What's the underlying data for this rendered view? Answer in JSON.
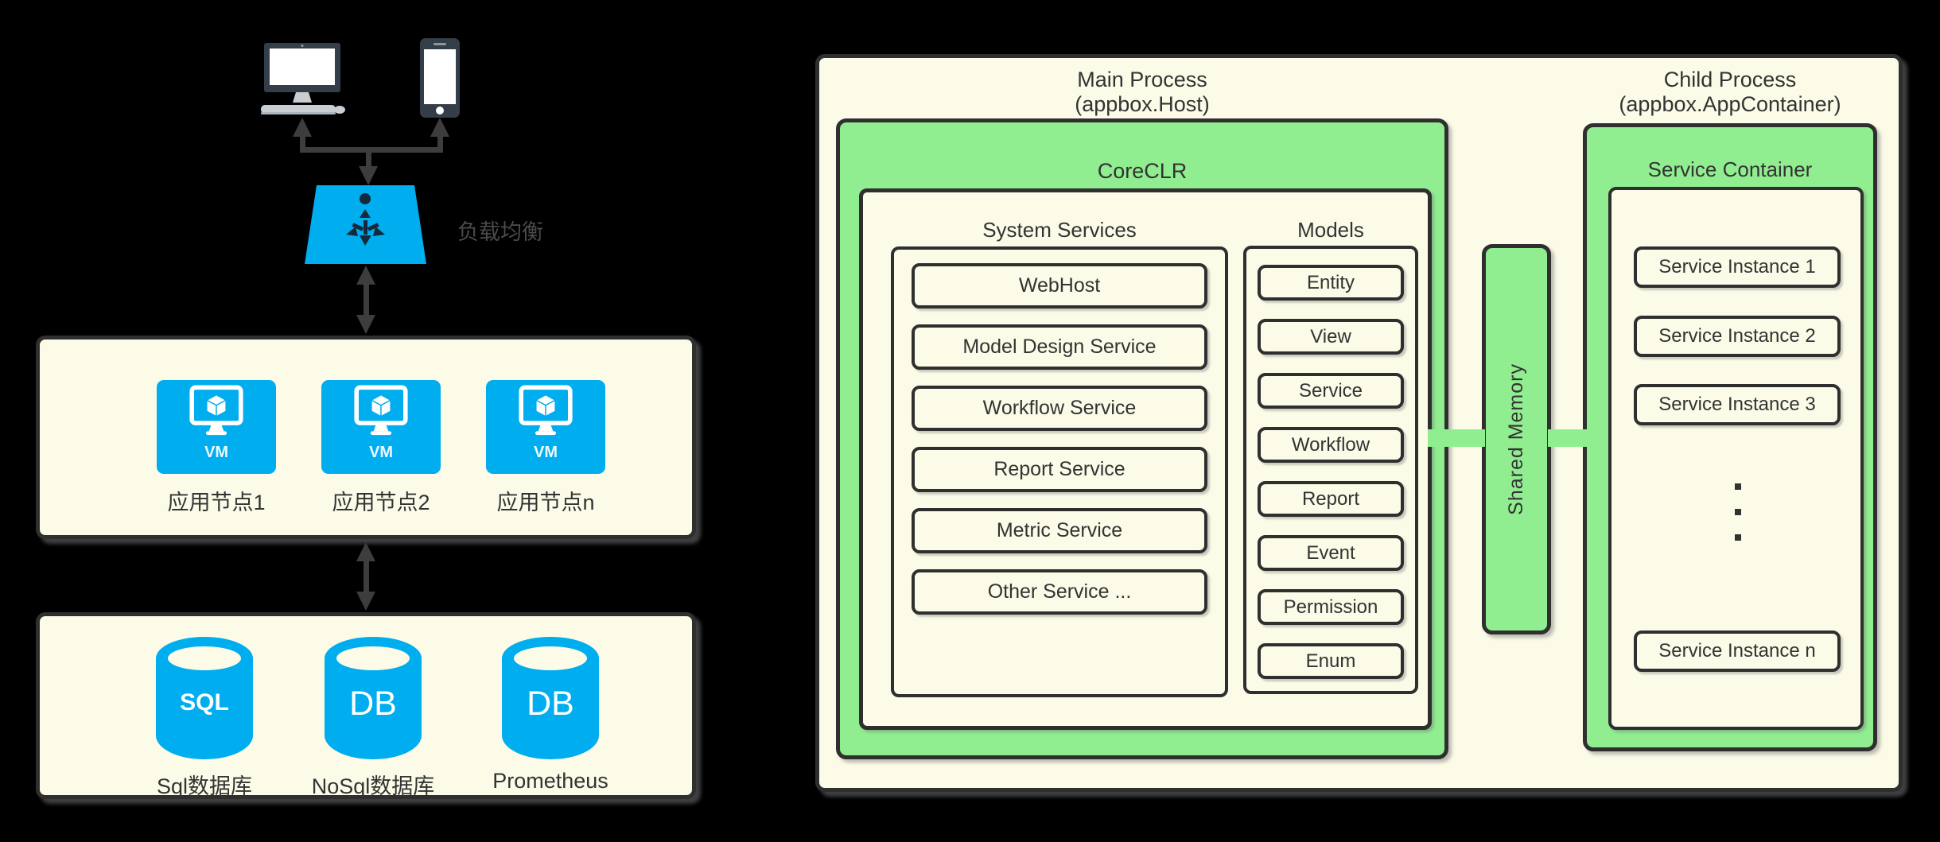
{
  "colors": {
    "bg": "#000000",
    "cream": "#FBFBE8",
    "green": "#90EE90",
    "blue": "#00ADEE",
    "border": "#2F2F2F",
    "text": "#333333",
    "muted": "#4A4A4A",
    "arrow": "#3D3D3D",
    "icon-dark": "#333E48",
    "icon-light": "#C9CED3"
  },
  "left": {
    "load_balancer_label": "负载均衡",
    "app_nodes": {
      "items": [
        {
          "icon_label": "VM",
          "label": "应用节点1"
        },
        {
          "icon_label": "VM",
          "label": "应用节点2"
        },
        {
          "icon_label": "VM",
          "label": "应用节点n"
        }
      ]
    },
    "databases": {
      "items": [
        {
          "icon_label": "SQL",
          "label": "Sql数据库"
        },
        {
          "icon_label": "DB",
          "label": "NoSql数据库"
        },
        {
          "icon_label": "DB",
          "label": "Prometheus"
        }
      ]
    }
  },
  "right": {
    "main_process": {
      "title": "Main Process",
      "subtitle": "(appbox.Host)"
    },
    "child_process": {
      "title": "Child Process",
      "subtitle": "(appbox.AppContainer)"
    },
    "coreclr": {
      "title": "CoreCLR",
      "system_services": {
        "title": "System Services",
        "items": [
          "WebHost",
          "Model Design Service",
          "Workflow Service",
          "Report Service",
          "Metric Service",
          "Other Service ..."
        ]
      },
      "models": {
        "title": "Models",
        "items": [
          "Entity",
          "View",
          "Service",
          "Workflow",
          "Report",
          "Event",
          "Permission",
          "Enum"
        ]
      }
    },
    "shared_memory": {
      "label": "Shared Memory"
    },
    "service_container": {
      "title": "Service Container",
      "instances": [
        "Service Instance 1",
        "Service Instance 2",
        "Service Instance 3",
        "Service Instance n"
      ]
    }
  }
}
